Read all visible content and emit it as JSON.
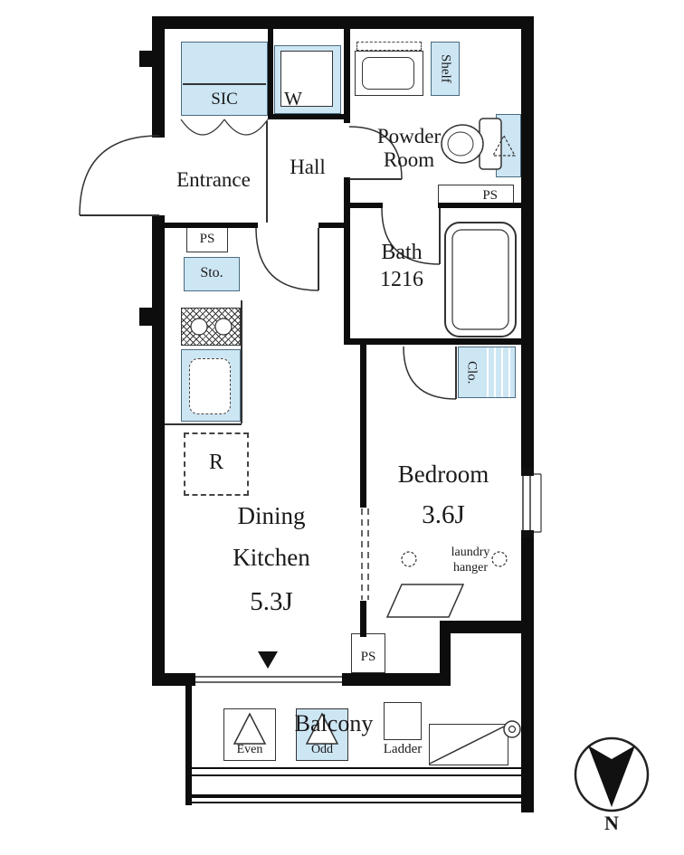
{
  "plan": {
    "rooms": {
      "entrance": "Entrance",
      "hall": "Hall",
      "powder_room_line1": "Powder",
      "powder_room_line2": "Room",
      "bath_line1": "Bath",
      "bath_line2": "1216",
      "dining_kitchen_line1": "Dining",
      "dining_kitchen_line2": "Kitchen",
      "dining_kitchen_size": "5.3J",
      "bedroom": "Bedroom",
      "bedroom_size": "3.6J",
      "balcony": "Balcony"
    },
    "fixtures": {
      "shoe_closet": "SIC",
      "washer": "W",
      "shelf": "Shelf",
      "pipe_space_top": "PS",
      "pipe_space_left": "PS",
      "pipe_space_bottom": "PS",
      "storage": "Sto.",
      "refrigerator": "R",
      "closet": "Clo.",
      "laundry_hanger_line1": "laundry",
      "laundry_hanger_line2": "hanger"
    },
    "balcony_items": {
      "even": "Even",
      "odd": "Odd",
      "ladder": "Ladder"
    },
    "compass": {
      "north": "N"
    },
    "colors": {
      "fixture_fill": "#cde6f4",
      "wall": "#0d0d0d",
      "line": "#333333",
      "text": "#1a1a1a"
    }
  }
}
